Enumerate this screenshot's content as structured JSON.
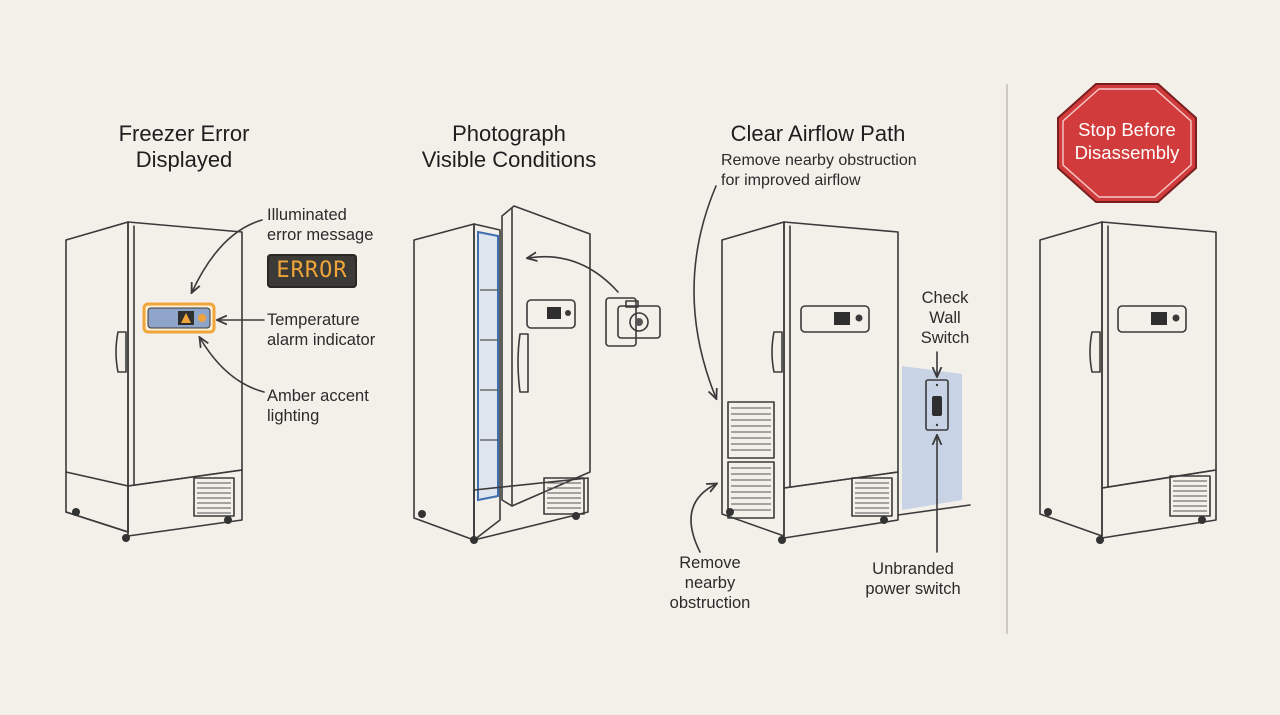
{
  "panels": [
    {
      "title": "Freezer Error\nDisplayed",
      "annotations": [
        "Illuminated\nerror message",
        "Temperature\nalarm indicator",
        "Amber accent\nlighting"
      ],
      "error_display": "ERROR"
    },
    {
      "title": "Photograph\nVisible Conditions",
      "icons": [
        "camera-icon"
      ]
    },
    {
      "title": "Clear Airflow Path",
      "subtitle": "Remove nearby obstruction\nfor improved airflow",
      "annotations": [
        "Check\nWall\nSwitch",
        "Remove\nnearby\nobstruction",
        "Unbranded\npower switch"
      ]
    },
    {
      "sign": "Stop Before\nDisassembly",
      "icons": [
        "stop-sign-icon"
      ]
    }
  ],
  "colors": {
    "background": "#f3f0ea",
    "amber": "#f0a53a",
    "stop_red": "#d23b3b",
    "panel_blue": "#8ea4c8",
    "wall_blue": "#c9d3e6"
  }
}
